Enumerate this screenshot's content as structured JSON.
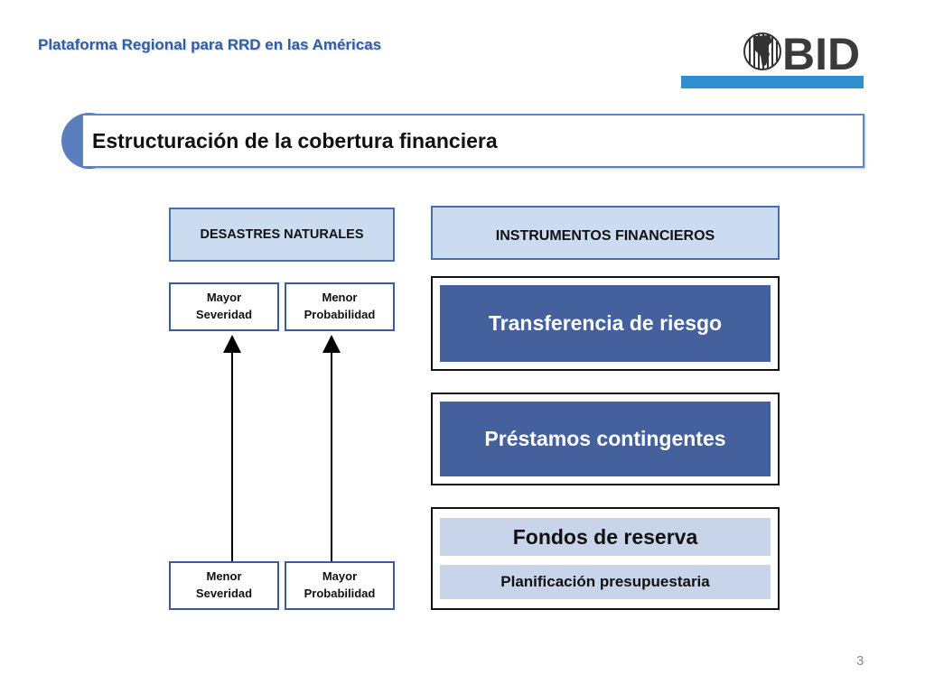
{
  "header": {
    "title": "Plataforma Regional para RRD en las Américas",
    "logo_text": "BID",
    "accent_color": "#2f8fd3"
  },
  "section": {
    "title": "Estructuración de la cobertura financiera"
  },
  "left_column": {
    "heading": "DESASTRES NATURALES",
    "top_boxes": [
      {
        "line1": "Mayor",
        "line2": "Severidad"
      },
      {
        "line1": "Menor",
        "line2": "Probabilidad"
      }
    ],
    "bottom_boxes": [
      {
        "line1": "Menor",
        "line2": "Severidad"
      },
      {
        "line1": "Mayor",
        "line2": "Probabilidad"
      }
    ]
  },
  "right_column": {
    "heading": "INSTRUMENTOS FINANCIEROS",
    "instruments": [
      {
        "label": "Transferencia de riesgo"
      },
      {
        "label": "Préstamos contingentes"
      }
    ],
    "reserve": {
      "label": "Fondos de reserva",
      "sub_label": "Planificación presupuestaria"
    }
  },
  "footer": {
    "page_number": "3"
  },
  "colors": {
    "title_blue": "#2e5ea9",
    "block_blue": "#44609d",
    "light_blue": "#c8d4ea",
    "header_fill": "#ccdcf0"
  }
}
